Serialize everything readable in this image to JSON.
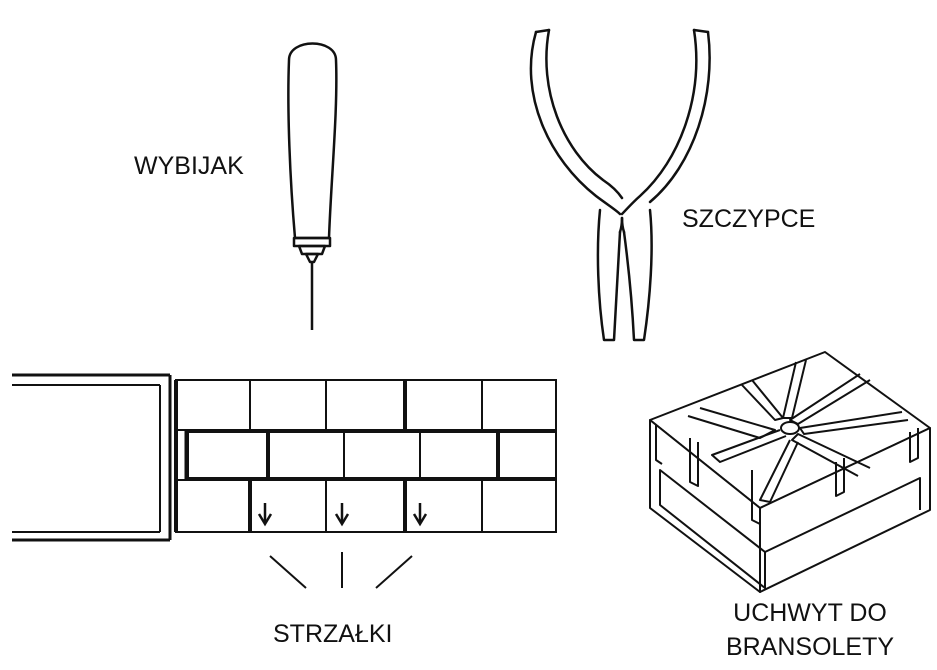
{
  "labels": {
    "punch": "WYBIJAK",
    "pliers": "SZCZYPCE",
    "arrows": "STRZAŁKI",
    "holder_line1": "UCHWYT DO",
    "holder_line2": "BRANSOLETY"
  },
  "colors": {
    "ink": "#111111",
    "background": "#ffffff"
  }
}
